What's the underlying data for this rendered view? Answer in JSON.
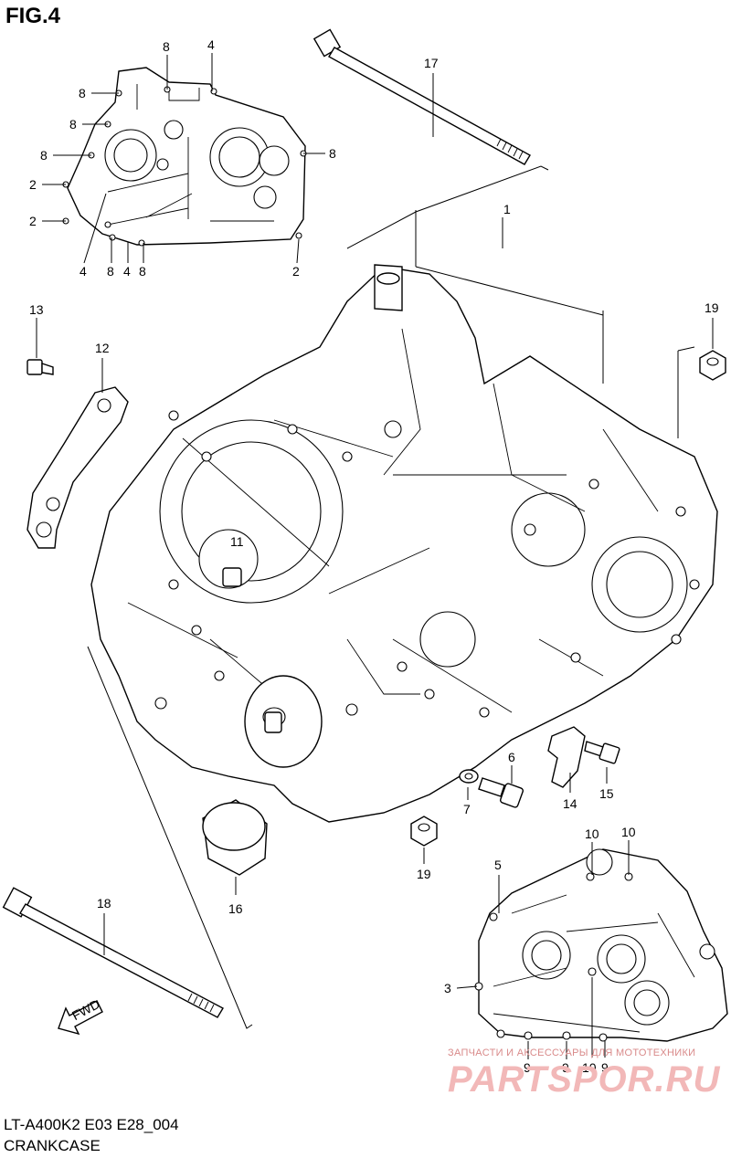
{
  "figure": {
    "title": "FIG.4"
  },
  "footer": {
    "code": "LT-A400K2 E03 E28_004",
    "name": "CRANKCASE"
  },
  "watermark": {
    "tagline": "ЗАПЧАСТИ И АКСЕССУАРЫ ДЛЯ МОТОТЕХНИКИ",
    "brand": "PARTSPOR.RU"
  },
  "arrow": {
    "label": "FWD"
  },
  "callouts": {
    "c_8a": "8",
    "c_4a": "4",
    "c_8b": "8",
    "c_8c": "8",
    "c_8d": "8",
    "c_8e": "8",
    "c_2a": "2",
    "c_2b": "2",
    "c_4b": "4",
    "c_8f": "8",
    "c_4c": "4",
    "c_8g": "8",
    "c_2c": "2",
    "c_17": "17",
    "c_1": "1",
    "c_13": "13",
    "c_12": "12",
    "c_19a": "19",
    "c_11": "11",
    "c_6": "6",
    "c_7": "7",
    "c_14": "14",
    "c_15": "15",
    "c_19b": "19",
    "c_16": "16",
    "c_18": "18",
    "c_5": "5",
    "c_10a": "10",
    "c_10b": "10",
    "c_3": "3",
    "c_9a": "9",
    "c_9b": "9",
    "c_10c": "10",
    "c_9c": "9"
  },
  "colors": {
    "ink": "#000000",
    "paper": "#ffffff",
    "watermark": "#f2b8b8"
  }
}
